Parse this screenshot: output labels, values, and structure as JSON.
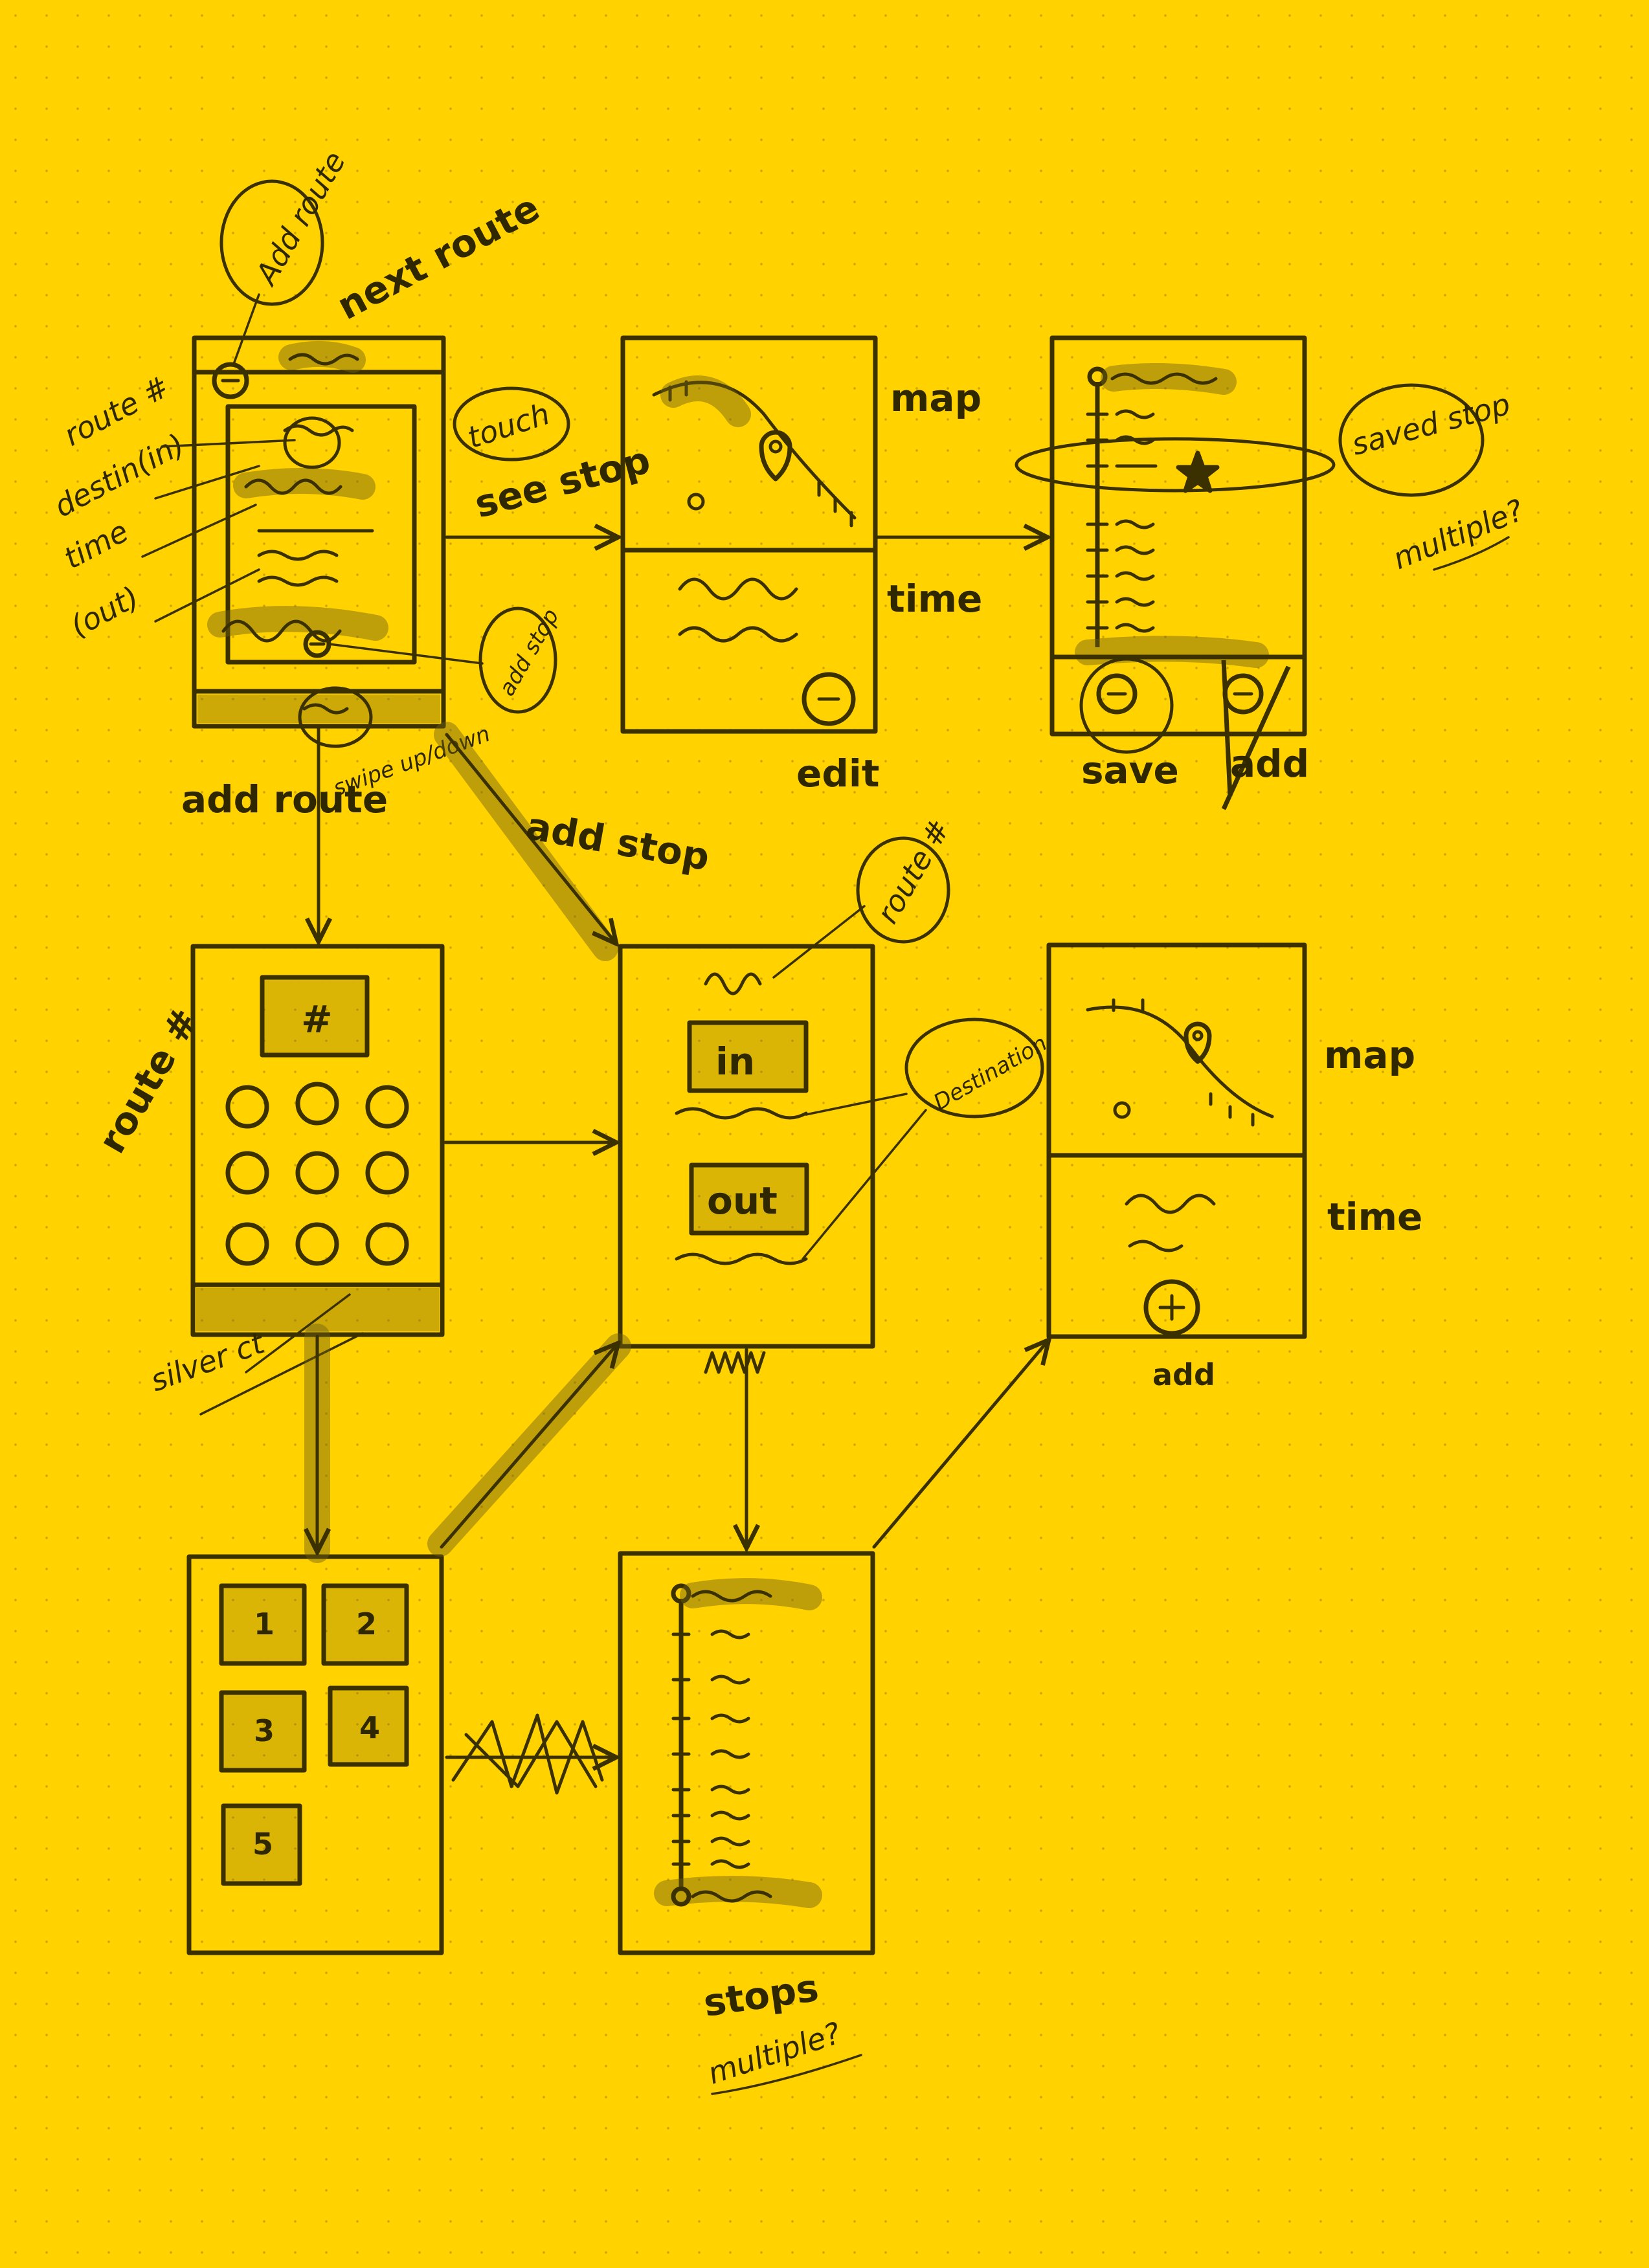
{
  "labels": {
    "add_route_bubble": "Add route",
    "next_route": "next route",
    "route_hash": "route #",
    "destin": "destin(in)",
    "time_left": "time",
    "out_left": "(out)",
    "touch": "touch",
    "see_stop": "see stop",
    "add_stop_bubble": "add stop",
    "swipe": "swipe up/down",
    "map_1": "map",
    "time_1": "time",
    "edit": "edit",
    "saved_stop": "saved stop",
    "multiple_1": "multiple?",
    "save": "save",
    "add_crossed": "add",
    "add_route": "add route",
    "add_stop_arrow": "add stop",
    "route_hash_bubble": "route #",
    "hash_key": "#",
    "route_hash_left": "route #",
    "in": "in",
    "destination": "Destination",
    "out": "out",
    "map_2": "map",
    "time_2": "time",
    "add_2": "add",
    "silver_ct": "silver ct",
    "tile_1": "1",
    "tile_2": "2",
    "tile_3": "3",
    "tile_4": "4",
    "tile_5": "5",
    "stops": "stops",
    "multiple_2": "multiple?"
  }
}
